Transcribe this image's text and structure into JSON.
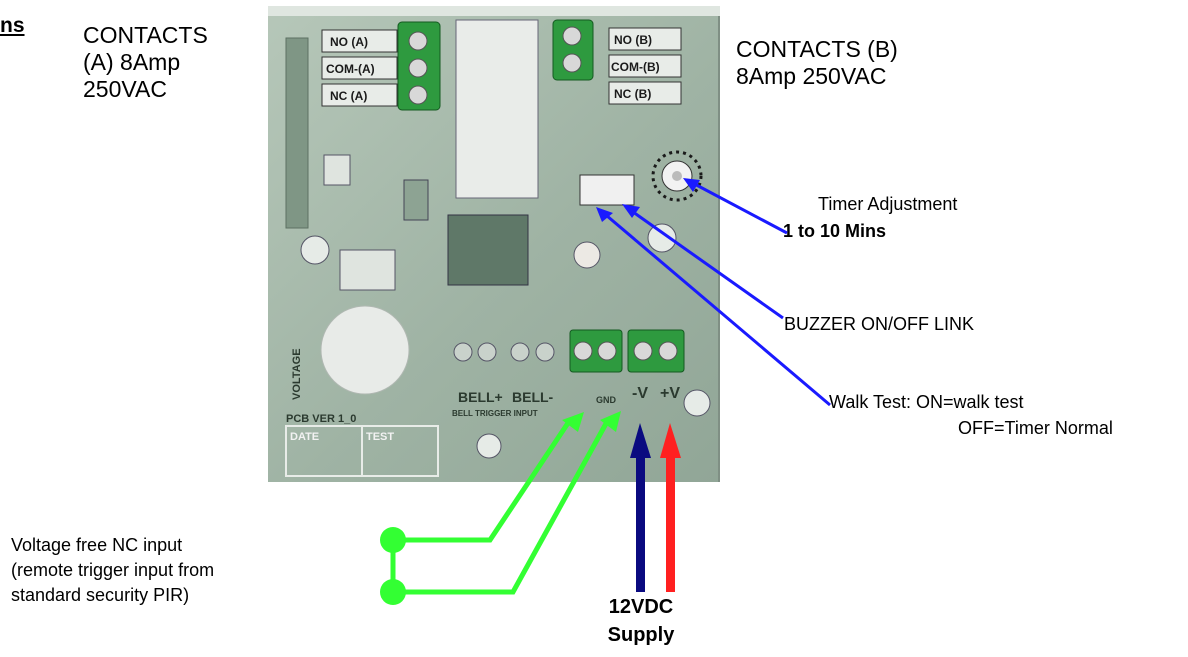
{
  "contacts_a": {
    "header_fragment": "ns",
    "lines": [
      "CONTACTS",
      "(A) 8Amp",
      "250VAC"
    ]
  },
  "contacts_b": {
    "lines": [
      "CONTACTS (B)",
      "8Amp 250VAC"
    ]
  },
  "timer": {
    "title": "Timer Adjustment",
    "range": "1 to 10 Mins"
  },
  "buzzer": {
    "label": "BUZZER ON/OFF LINK"
  },
  "walk_test": {
    "line1": "Walk Test: ON=walk test",
    "line2": "OFF=Timer Normal"
  },
  "nc_input": {
    "lines": [
      "Voltage free NC input",
      "(remote trigger input from",
      "standard security PIR)"
    ]
  },
  "supply": {
    "lines": [
      "12VDC",
      "Supply"
    ]
  },
  "board": {
    "relay_a_terminals": [
      "NO (A)",
      "COM-(A)",
      "NC (A)"
    ],
    "relay_b_terminals": [
      "NO (B)",
      "COM-(B)",
      "NC (B)"
    ],
    "bell_labels": [
      "BELL+",
      "BELL-"
    ],
    "bell_trigger": "BELL TRIGGER INPUT",
    "voltage": "VOLTAGE",
    "pcb_version": "PCB VER 1_0",
    "date": "DATE",
    "test": "TEST",
    "gnd": "GND",
    "minus_v": "-V",
    "plus_v": "+V"
  },
  "colors": {
    "board_green": "#9fb3a4",
    "terminal_green": "#2e9a3f",
    "pointer_blue": "#1a1aff",
    "nc_wire_green": "#33ff33",
    "neg_arrow": "#0a0a80",
    "pos_arrow": "#ff2020"
  }
}
